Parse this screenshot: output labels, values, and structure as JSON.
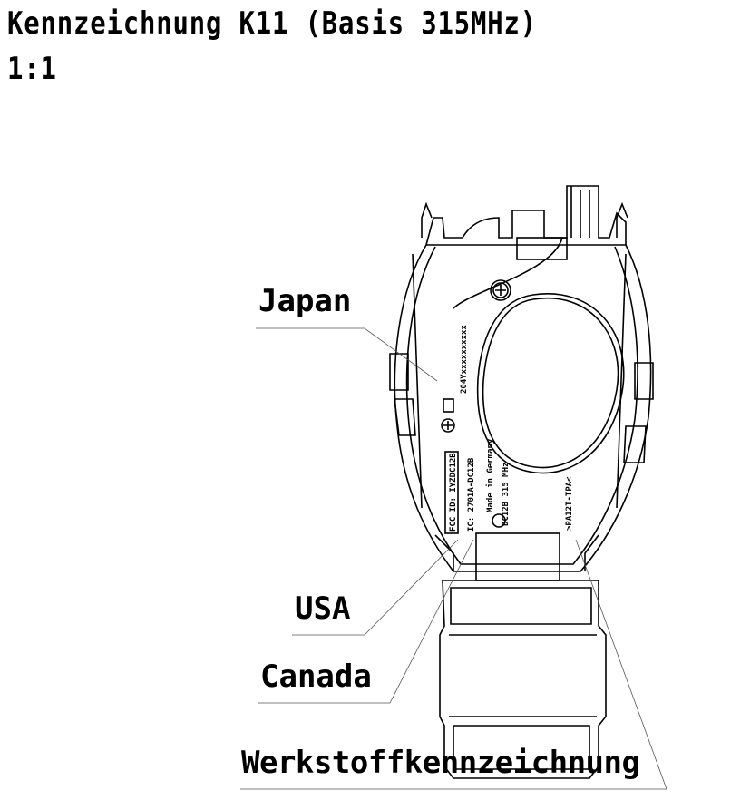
{
  "title": {
    "line1": "Kennzeichnung K11 (Basis 315MHz)",
    "line2": "1:1"
  },
  "callouts": {
    "japan": "Japan",
    "usa": "USA",
    "canada": "Canada",
    "material": "Werkstoffkennzeichnung"
  },
  "markings": {
    "japan_code": "204Yxxxxxxxxxx",
    "fcc_id": "FCC ID: IYZDC12B",
    "ic": "IC: 2701A-DC12B",
    "made_in": "Made in Germany",
    "model_freq": "DC12B  315 MHz",
    "material_code": ">PA12T-TPA<"
  }
}
